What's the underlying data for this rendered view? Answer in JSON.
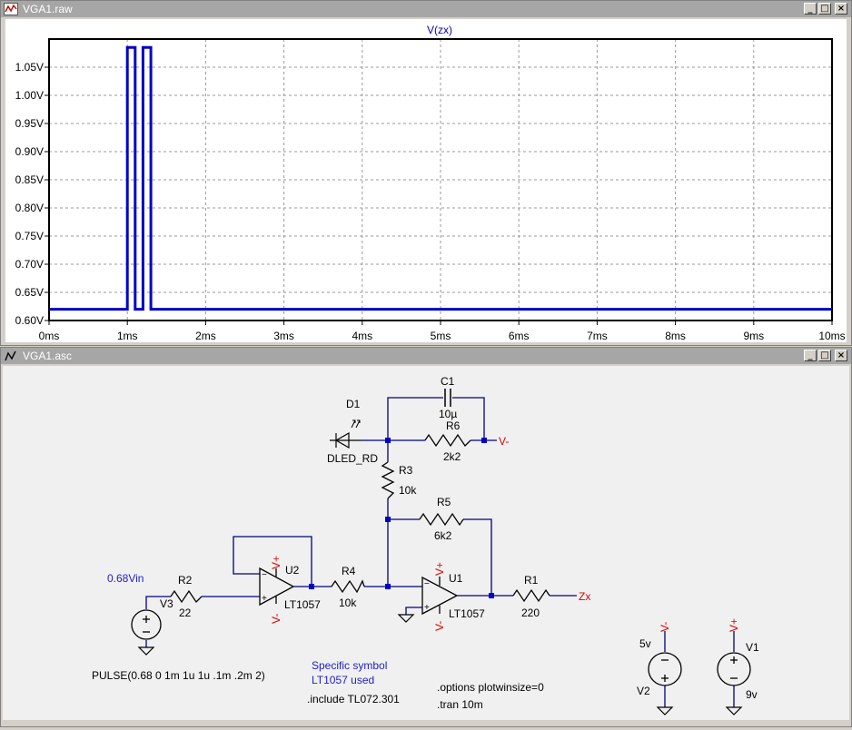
{
  "colors": {
    "trace": "#0000c8",
    "netlabel_red": "#e00000",
    "blue_text": "#2020d0",
    "wire": "#000080",
    "junction": "#0000c8"
  },
  "plot_window": {
    "title": "VGA1.raw",
    "icon": "waveform-icon",
    "buttons": {
      "min": "_",
      "max": "□",
      "close": "×"
    },
    "trace_label": "V(zx)"
  },
  "chart_data": {
    "type": "line",
    "title": "V(zx)",
    "xlabel": "",
    "ylabel": "",
    "x_unit": "ms",
    "y_unit": "V",
    "xlim": [
      0,
      10
    ],
    "ylim": [
      0.6,
      1.1
    ],
    "x_ticks": [
      "0ms",
      "1ms",
      "2ms",
      "3ms",
      "4ms",
      "5ms",
      "6ms",
      "7ms",
      "8ms",
      "9ms",
      "10ms"
    ],
    "y_ticks": [
      "0.60V",
      "0.65V",
      "0.70V",
      "0.75V",
      "0.80V",
      "0.85V",
      "0.90V",
      "0.95V",
      "1.00V",
      "1.05V"
    ],
    "grid": true,
    "series": [
      {
        "name": "V(zx)",
        "x": [
          0,
          1.0,
          1.0,
          1.1,
          1.1,
          1.2,
          1.2,
          1.3,
          1.3,
          10
        ],
        "y": [
          0.62,
          0.62,
          1.085,
          1.085,
          0.62,
          0.62,
          1.085,
          1.085,
          0.62,
          0.62
        ]
      }
    ]
  },
  "schematic_window": {
    "title": "VGA1.asc",
    "icon": "schematic-icon",
    "buttons": {
      "min": "_",
      "max": "□",
      "close": "×"
    }
  },
  "schematic": {
    "c1": {
      "ref": "C1",
      "value": "10µ"
    },
    "d1": {
      "ref": "D1",
      "value": "DLED_RD"
    },
    "r6": {
      "ref": "R6",
      "value": "2k2"
    },
    "r3": {
      "ref": "R3",
      "value": "10k"
    },
    "r5": {
      "ref": "R5",
      "value": "6k2"
    },
    "r4": {
      "ref": "R4",
      "value": "10k"
    },
    "r2": {
      "ref": "R2",
      "value": "22"
    },
    "r1": {
      "ref": "R1",
      "value": "220"
    },
    "u1": {
      "ref": "U1",
      "value": "LT1057"
    },
    "u2": {
      "ref": "U2",
      "value": "LT1057"
    },
    "v1": {
      "ref": "V1",
      "value": "9v"
    },
    "v2": {
      "ref": "V2",
      "value": "5v"
    },
    "v3": {
      "ref": "V3",
      "value": "PULSE(0.68 0 1m 1u 1u .1m .2m 2)"
    },
    "nets": {
      "vminus": "V-",
      "vplus": "V+",
      "zx": "Zx",
      "vin": "0.68Vin"
    },
    "comment_line1": "Specific symbol",
    "comment_line2": "LT1057 used",
    "include": ".include TL072.301",
    "options": ".options plotwinsize=0",
    "tran": ".tran 10m"
  }
}
